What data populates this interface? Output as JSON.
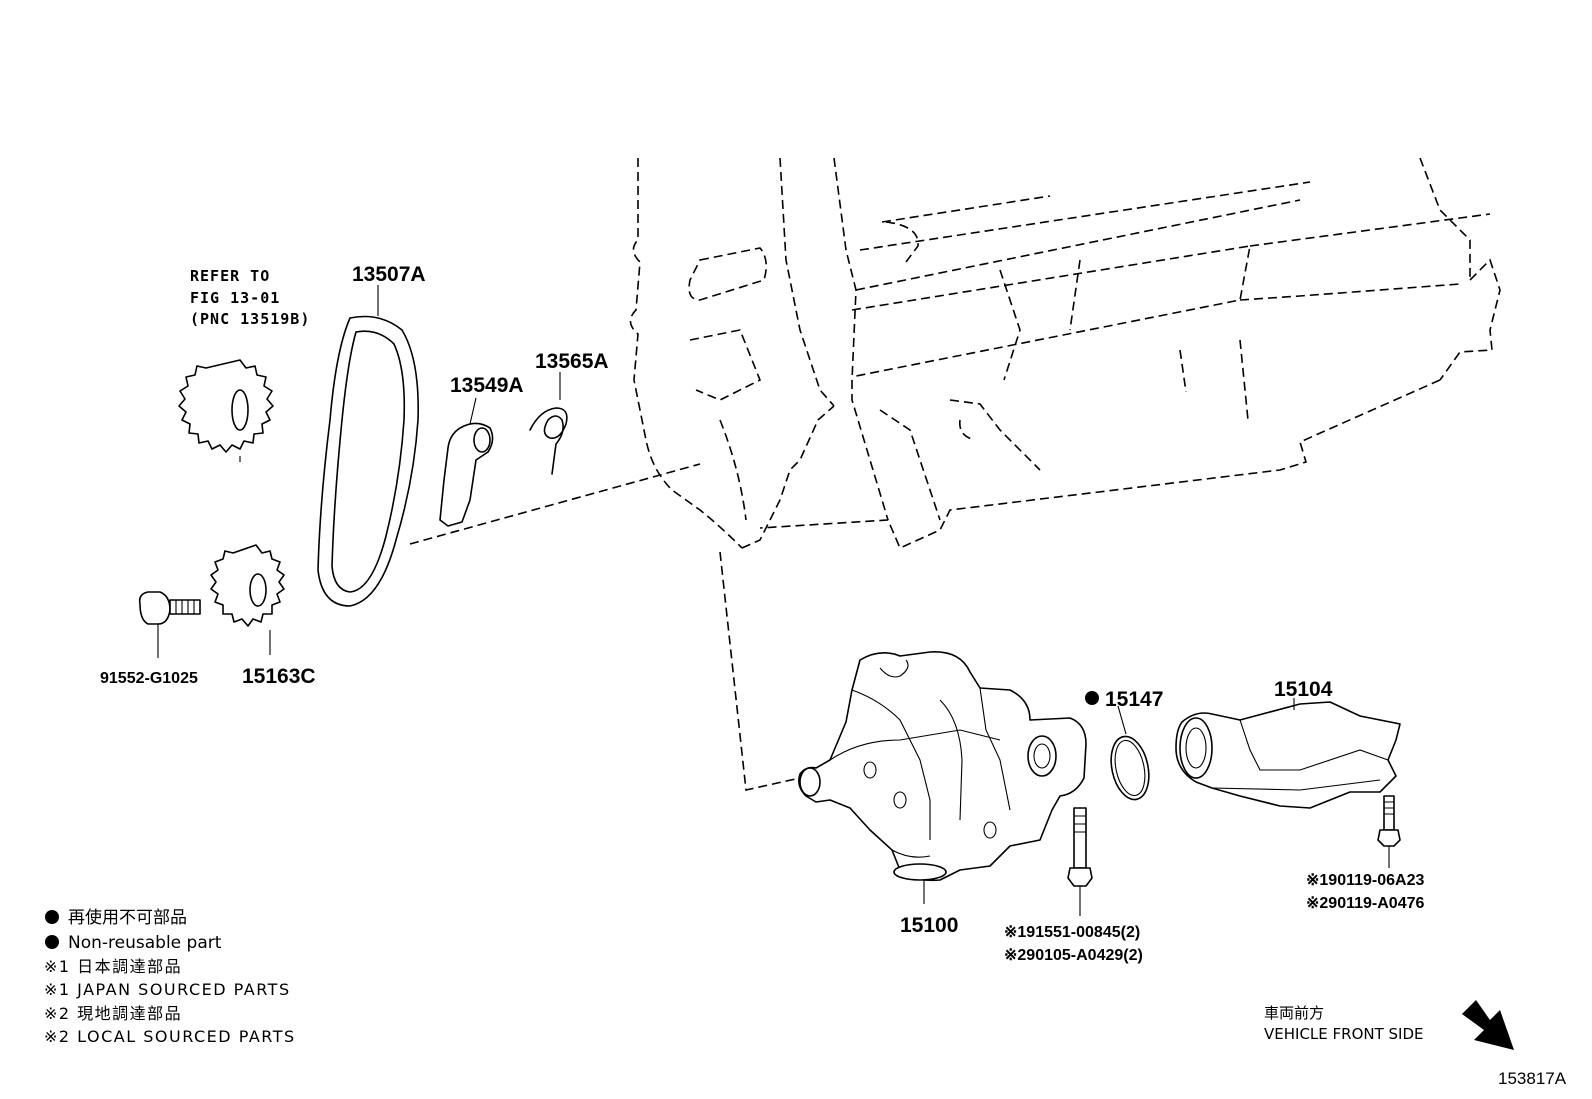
{
  "refer": {
    "line1": "REFER TO",
    "line2": "FIG 13-01",
    "line3": "(PNC 13519B)"
  },
  "parts": {
    "p13507a": "13507A",
    "p13549a": "13549A",
    "p13565a": "13565A",
    "p15163c": "15163C",
    "p91552": "91552-G1025",
    "p15147": "15147",
    "p15104": "15104",
    "p15100": "15100"
  },
  "bolts": {
    "center_line1": "※191551-00845(2)",
    "center_line2": "※290105-A0429(2)",
    "right_line1": "※190119-06A23",
    "right_line2": "※290119-A0476"
  },
  "legend": {
    "nonreusable_jp": "再使用不可部品",
    "nonreusable_en": "Non-reusable part",
    "note1_jp": "※1 日本調達部品",
    "note1_en": "※1 JAPAN SOURCED PARTS",
    "note2_jp": "※2 現地調達部品",
    "note2_en": "※2 LOCAL SOURCED PARTS"
  },
  "front": {
    "jp": "車両前方",
    "en": "VEHICLE FRONT SIDE"
  },
  "figure_id": "153817A"
}
